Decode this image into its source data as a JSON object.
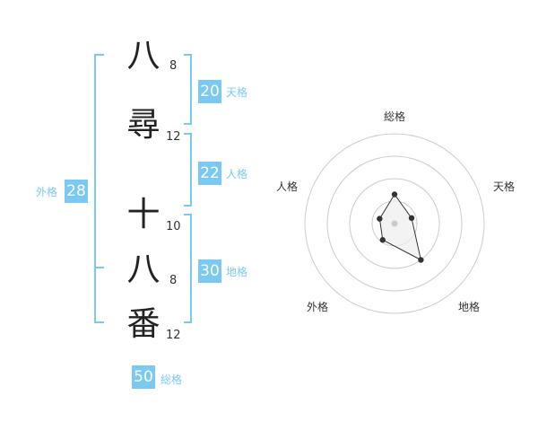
{
  "theme": {
    "accent": "#7ac9f2",
    "badge_text": "#ffffff",
    "ring": "#cccccc",
    "polygon_stroke": "#333333",
    "polygon_fill": "#eeeeee",
    "dot": "#333333",
    "center_dot": "#cccccc"
  },
  "name_chars": [
    {
      "char": "八",
      "strokes": "8"
    },
    {
      "char": "尋",
      "strokes": "12"
    },
    {
      "char": "十",
      "strokes": "10"
    },
    {
      "char": "八",
      "strokes": "8"
    },
    {
      "char": "番",
      "strokes": "12"
    }
  ],
  "kaku": {
    "tenkaku": {
      "value": "20",
      "label": "天格"
    },
    "jinkaku": {
      "value": "22",
      "label": "人格"
    },
    "chikaku": {
      "value": "30",
      "label": "地格"
    },
    "gaikaku": {
      "value": "28",
      "label": "外格"
    },
    "soukaku": {
      "value": "50",
      "label": "総格"
    }
  },
  "chart_data": {
    "type": "radar",
    "axes": [
      "総格",
      "天格",
      "地格",
      "外格",
      "人格"
    ],
    "rings": 4,
    "max": 4,
    "values": [
      1.3,
      0.8,
      2.0,
      0.9,
      0.7
    ]
  }
}
